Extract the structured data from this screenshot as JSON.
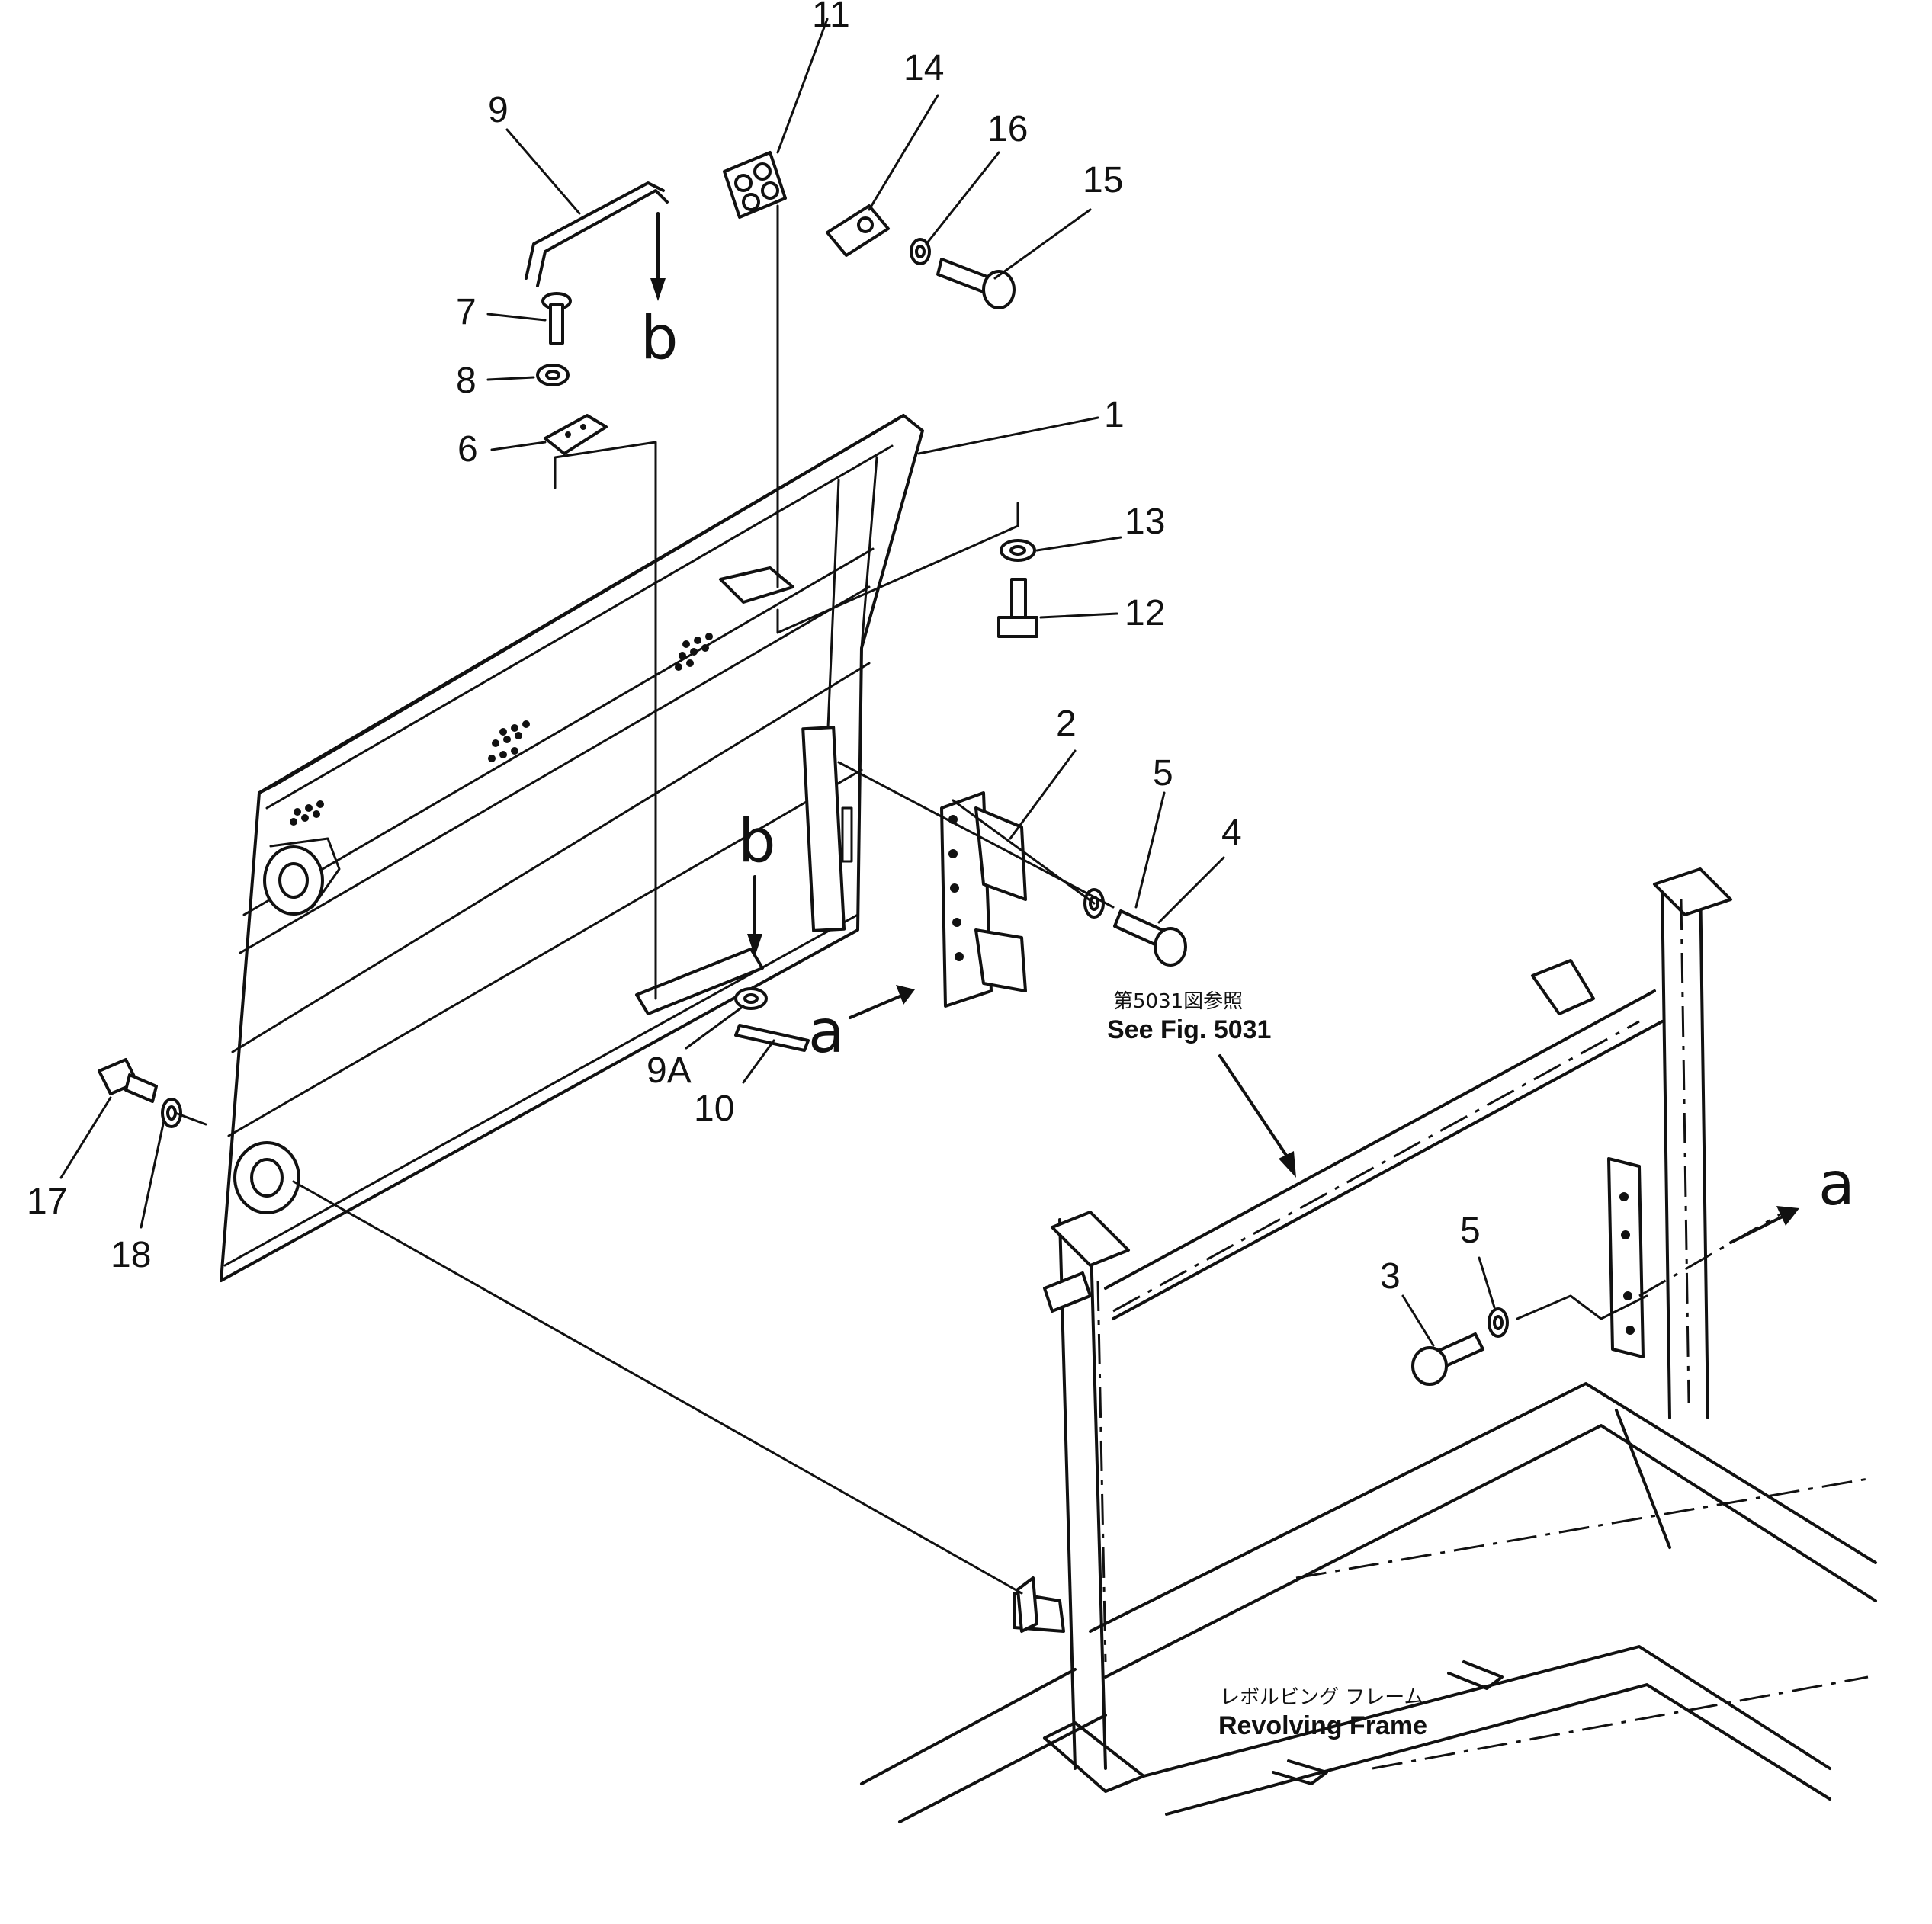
{
  "callouts": {
    "n1": "1",
    "n2": "2",
    "n3": "3",
    "n4": "4",
    "n5a": "5",
    "n5b": "5",
    "n6": "6",
    "n7": "7",
    "n8": "8",
    "n9": "9",
    "n9a": "9A",
    "n10": "10",
    "n11": "11",
    "n12": "12",
    "n13": "13",
    "n14": "14",
    "n15": "15",
    "n16": "16",
    "n17": "17",
    "n18": "18"
  },
  "view_markers": {
    "b_top": "b",
    "b_mid": "b",
    "a_left": "a",
    "a_right": "a"
  },
  "notes": {
    "see_fig_jp": "第5031図参照",
    "see_fig_en": "See Fig. 5031",
    "frame_jp": "レボルビング フレーム",
    "frame_en": "Revolving Frame"
  }
}
